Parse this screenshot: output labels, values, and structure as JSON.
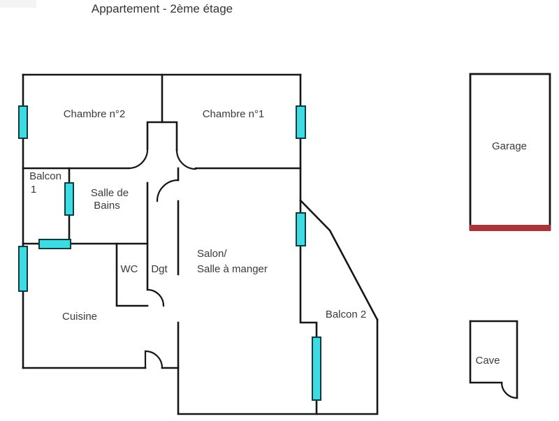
{
  "title": "Appartement -  2ème étage",
  "rooms": {
    "chambre2": "Chambre n°2",
    "chambre1": "Chambre n°1",
    "balcon1_line1": "Balcon",
    "balcon1_line2": "1",
    "sdb_line1": "Salle de",
    "sdb_line2": "Bains",
    "wc": "WC",
    "dgt": "Dgt",
    "salon_line1": "Salon/",
    "salon_line2": "Salle à manger",
    "cuisine": "Cuisine",
    "balcon2": "Balcon 2"
  },
  "annex": {
    "garage": "Garage",
    "cave": "Cave"
  },
  "colors": {
    "wall": "#161616",
    "text": "#3a3a3a",
    "window_fill": "#3EDBE2",
    "garage_door": "#A93439"
  }
}
